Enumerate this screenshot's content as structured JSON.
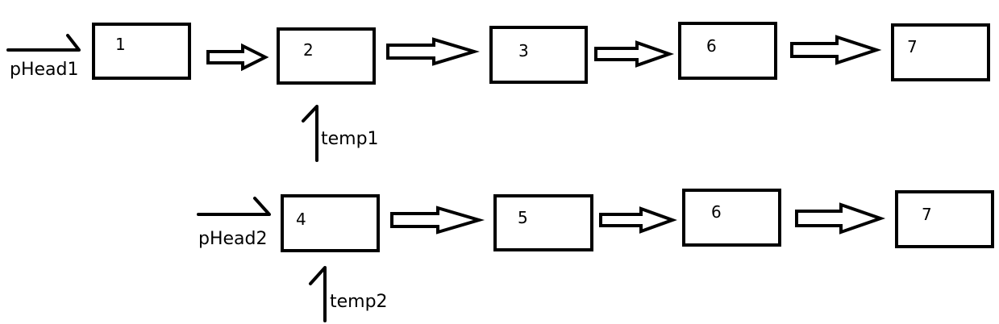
{
  "list1": {
    "head_pointer_label": "pHead1",
    "nodes": [
      "1",
      "2",
      "3",
      "6",
      "7"
    ],
    "cursor_label": "temp1"
  },
  "list2": {
    "head_pointer_label": "pHead2",
    "nodes": [
      "4",
      "5",
      "6",
      "7"
    ],
    "cursor_label": "temp2"
  }
}
